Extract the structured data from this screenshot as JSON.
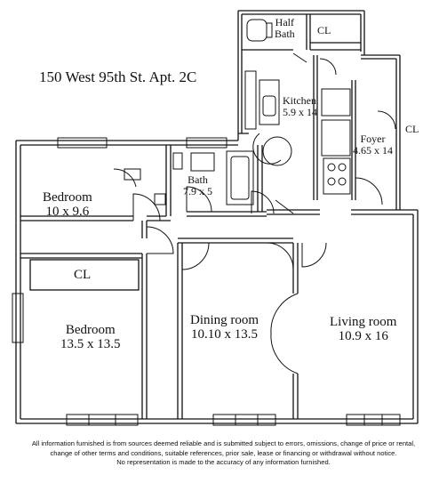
{
  "title": "150 West 95th St. Apt. 2C",
  "rooms": {
    "half_bath": {
      "line1": "Half",
      "line2": "Bath"
    },
    "kitchen": {
      "name": "Kitchen",
      "dims": "5.9 x 14"
    },
    "foyer": {
      "name": "Foyer",
      "dims": "4.65 x 14"
    },
    "bedroom_small": {
      "name": "Bedroom",
      "dims": "10 x 9.6"
    },
    "bath": {
      "name": "Bath",
      "dims": "7.9 x 5"
    },
    "bedroom_large": {
      "name": "Bedroom",
      "dims": "13.5 x 13.5"
    },
    "dining_room": {
      "name": "Dining room",
      "dims": "10.10 x 13.5"
    },
    "living_room": {
      "name": "Living room",
      "dims": "10.9 x 16"
    }
  },
  "closets": {
    "half_bath_cl": "CL",
    "foyer_cl": "CL",
    "bedroom_cl": "CL"
  },
  "disclaimer": {
    "line1": "All information furnished is from sources deemed reliable and is submitted subject to errors, omissions, change of price or rental,",
    "line2": "change of other terms and conditions, suitable references, prior sale, lease or financing or withdrawal without notice.",
    "line3": "No representation is made to the accuracy of any information furnished."
  }
}
